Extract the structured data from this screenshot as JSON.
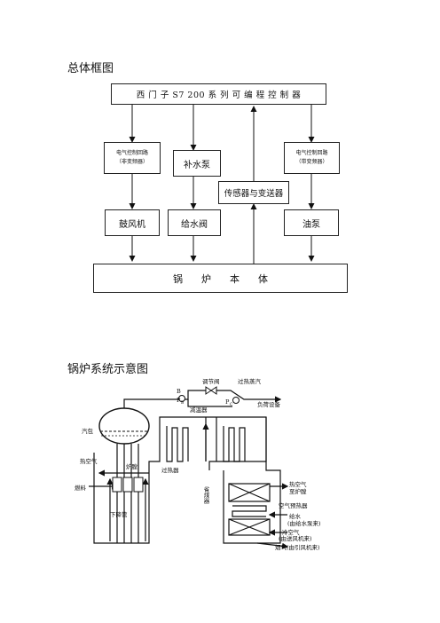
{
  "section1": {
    "title": "总体框图",
    "plc": "西 门 子 S7 200 系 列 可 编 程 控 制 器",
    "ctrl_left_1": "电气控制回路",
    "ctrl_left_2": "（非变频器）",
    "supply_pump": "补水泵",
    "ctrl_right_1": "电气控制回路",
    "ctrl_right_2": "（带变频器）",
    "sensor": "传感器与变送器",
    "blower": "鼓风机",
    "feed_valve": "给水阀",
    "oil_pump": "油泵",
    "boiler": "锅      炉      本      体"
  },
  "section2": {
    "title": "锅炉系统示意图",
    "labels": {
      "b": "B",
      "pb": "P",
      "pb_sub": "B",
      "valve": "调节阀",
      "superheated_steam": "过热蒸汽",
      "desuperheater": "减温器",
      "pc": "P",
      "pc_sub": "C",
      "load": "负荷设备",
      "drum": "汽包",
      "hot_air": "热空气",
      "furnace": "炉膛",
      "fuel": "燃料",
      "downcomer": "下降管",
      "economizer": "省煤器",
      "superheater": "过热器",
      "hot_air_to_furnace_1": "热空气",
      "hot_air_to_furnace_2": "至炉膛",
      "air_preheater": "空气预热器",
      "feedwater_1": "给水",
      "feedwater_2": "(由给水泵来)",
      "cold_air_1": "冷空气",
      "cold_air_2": "(由送风机来)",
      "flue_gas": "烟气(由引风机来)"
    }
  }
}
